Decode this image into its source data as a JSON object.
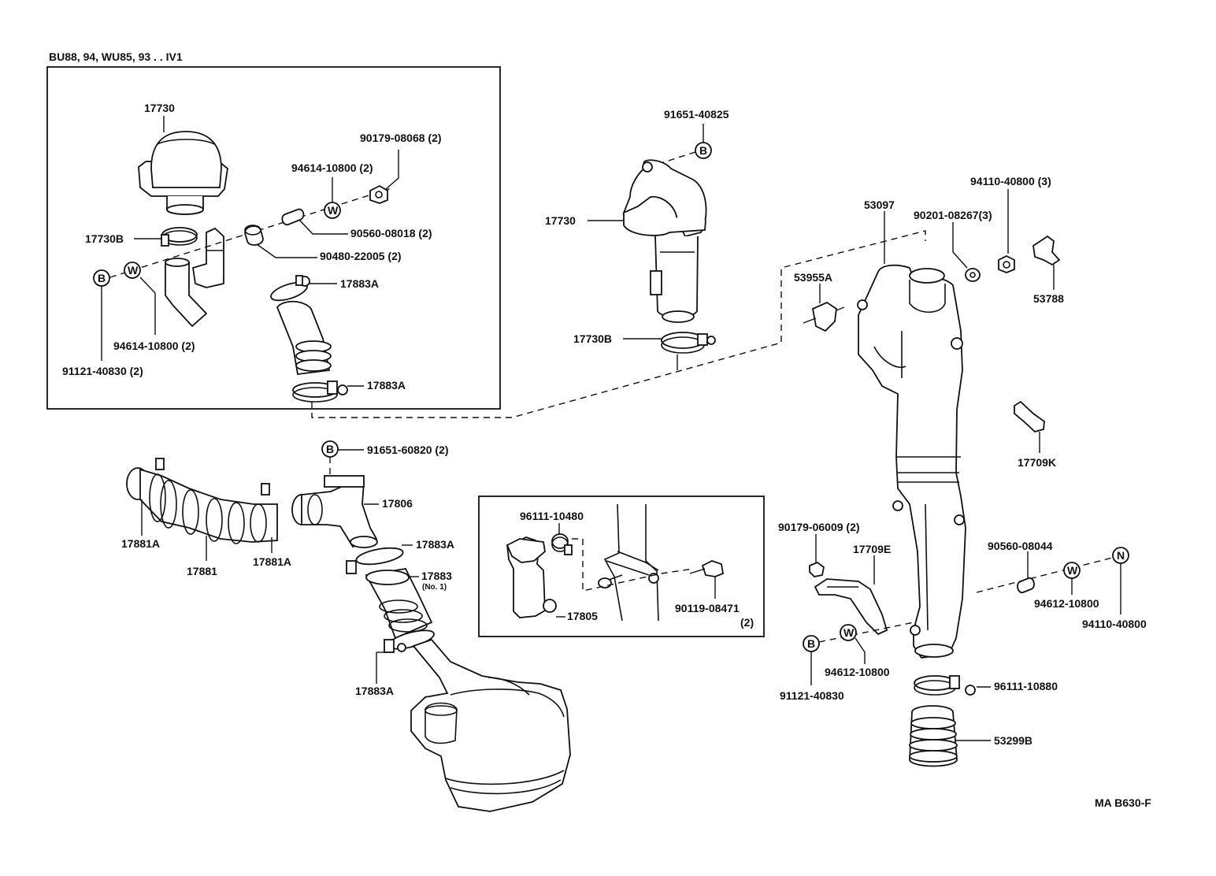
{
  "header_note": "BU88, 94, WU85, 93 . . IV1",
  "footer_code": "MA B630-F",
  "symbols": {
    "bolt": "B",
    "washer": "W",
    "nut": "N"
  },
  "labels": {
    "inset_17730": "17730",
    "inset_90179_08068": "90179-08068 (2)",
    "inset_94614_top": "94614-10800 (2)",
    "inset_17730B": "17730B",
    "inset_90560_08018": "90560-08018 (2)",
    "inset_90480_22005": "90480-22005 (2)",
    "inset_17883A_top": "17883A",
    "inset_94614_bottom": "94614-10800 (2)",
    "inset_91121_40830": "91121-40830 (2)",
    "inset_17883A_bottom": "17883A",
    "p_91651_40825": "91651-40825",
    "p_17730": "17730",
    "p_17730B": "17730B",
    "p_94110_40800_3": "94110-40800 (3)",
    "p_53097": "53097",
    "p_90201_08267": "90201-08267(3)",
    "p_53955A": "53955A",
    "p_53788": "53788",
    "p_17709K": "17709K",
    "p_91651_60820": "91651-60820 (2)",
    "p_17806": "17806",
    "p_17881A_left": "17881A",
    "p_17881": "17881",
    "p_17881A_right": "17881A",
    "p_17883A_mid": "17883A",
    "p_17883": "17883",
    "p_17883_no1": "(No. 1)",
    "p_17883A_low": "17883A",
    "p_96111_10480": "96111-10480",
    "p_17805": "17805",
    "p_90119_08471": "90119-08471",
    "p_90119_qty": "(2)",
    "p_90179_06009": "90179-06009 (2)",
    "p_17709E": "17709E",
    "p_90560_08044": "90560-08044",
    "p_94612_right": "94612-10800",
    "p_94110_40800": "94110-40800",
    "p_94612_left": "94612-10800",
    "p_91121_40830": "91121-40830",
    "p_96111_10880": "96111-10880",
    "p_53299B": "53299B"
  }
}
